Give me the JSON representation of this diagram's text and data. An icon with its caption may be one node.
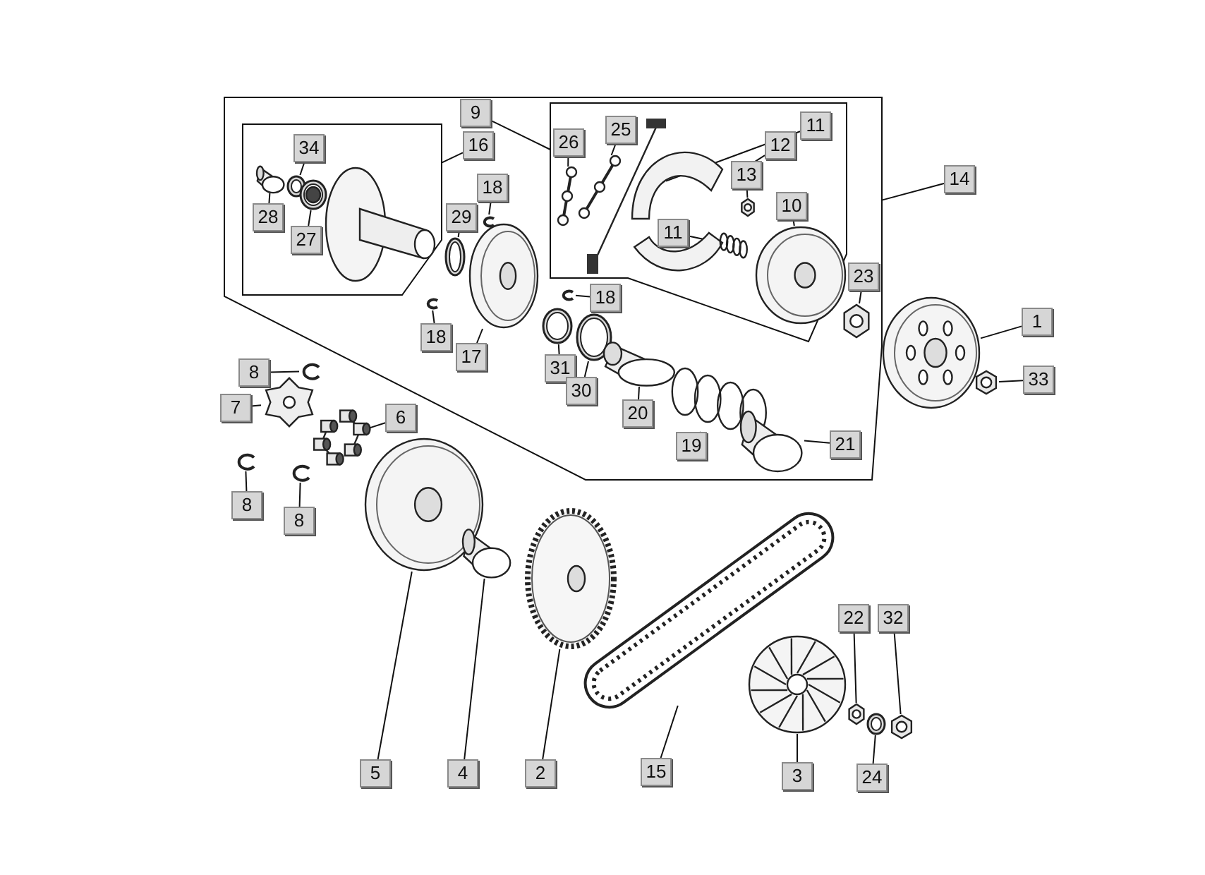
{
  "diagram": {
    "nodes": [
      {
        "text": [],
        "shape": "box"
      },
      {
        "text": [],
        "shape": "box",
        "in": 0
      },
      {
        "text": [],
        "shape": "box",
        "in": 0
      },
      {
        "text": [],
        "shape": "picture",
        "in": 1
      },
      {
        "text": [],
        "shape": "picture",
        "in": 1
      },
      {
        "text": [],
        "shape": "picture",
        "in": 1
      },
      {
        "text": [],
        "shape": "picture",
        "in": 2
      },
      {
        "text": [],
        "shape": "picture",
        "in": 2
      },
      {
        "text": [],
        "shape": "picture",
        "in": 2
      },
      {
        "text": [],
        "shape": "picture",
        "in": 2
      },
      {
        "text": [],
        "shape": "picture",
        "in": 2
      },
      {
        "text": [],
        "shape": "picture",
        "in": 2
      },
      {
        "text": [],
        "shape": "picture",
        "in": 2
      },
      {
        "text": [],
        "shape": "picture",
        "in": 0
      },
      {
        "text": [],
        "shape": "picture",
        "in": 0
      },
      {
        "text": [],
        "shape": "picture",
        "in": 0
      },
      {
        "text": [],
        "shape": "picture",
        "in": 0
      },
      {
        "text": [],
        "shape": "picture",
        "in": 0
      },
      {
        "text": [],
        "shape": "picture",
        "in": 0
      },
      {
        "text": [],
        "shape": "picture",
        "in": 0
      },
      {
        "text": [],
        "shape": "picture",
        "in": 0
      },
      {
        "text": [],
        "shape": "picture",
        "in": 0
      },
      {
        "text": [],
        "shape": "picture",
        "in": 0
      },
      {
        "text": [],
        "shape": "picture",
        "in": 0
      },
      {
        "text": [],
        "shape": "picture"
      },
      {
        "text": [],
        "shape": "picture"
      },
      {
        "text": [],
        "shape": "picture"
      },
      {
        "text": [],
        "shape": "picture"
      },
      {
        "text": [],
        "shape": "picture"
      },
      {
        "text": [],
        "shape": "picture"
      },
      {
        "text": [],
        "shape": "picture"
      },
      {
        "text": [],
        "shape": "picture"
      },
      {
        "text": [],
        "shape": "picture"
      },
      {
        "text": [],
        "shape": "picture"
      },
      {
        "text": [],
        "shape": "picture"
      },
      {
        "text": [],
        "shape": "picture"
      },
      {
        "text": [],
        "shape": "picture"
      },
      {
        "text": [],
        "shape": "picture"
      },
      {
        "text": [],
        "shape": "picture"
      },
      {
        "text": [
          "9"
        ],
        "in": 0
      },
      {
        "text": [
          "16"
        ],
        "in": 0
      },
      {
        "text": [
          "34"
        ],
        "in": 1
      },
      {
        "text": [
          "28"
        ],
        "in": 1
      },
      {
        "text": [
          "27"
        ],
        "in": 1
      },
      {
        "text": [
          "26"
        ],
        "in": 2
      },
      {
        "text": [
          "25"
        ],
        "in": 2
      },
      {
        "text": [
          "11"
        ],
        "in": 2
      },
      {
        "text": [
          "12"
        ],
        "in": 2
      },
      {
        "text": [
          "13"
        ],
        "in": 2
      },
      {
        "text": [
          "10"
        ],
        "in": 2
      },
      {
        "text": [
          "11"
        ],
        "in": 2
      },
      {
        "text": [
          "14"
        ]
      },
      {
        "text": [
          "18"
        ],
        "in": 0
      },
      {
        "text": [
          "29"
        ],
        "in": 0
      },
      {
        "text": [
          "18"
        ],
        "in": 0
      },
      {
        "text": [
          "18"
        ],
        "in": 0
      },
      {
        "text": [
          "17"
        ],
        "in": 0
      },
      {
        "text": [
          "23"
        ],
        "in": 0
      },
      {
        "text": [
          "1"
        ]
      },
      {
        "text": [
          "31"
        ],
        "in": 0
      },
      {
        "text": [
          "30"
        ],
        "in": 0
      },
      {
        "text": [
          "20"
        ],
        "in": 0
      },
      {
        "text": [
          "33"
        ]
      },
      {
        "text": [
          "19"
        ],
        "in": 0
      },
      {
        "text": [
          "21"
        ],
        "in": 0
      },
      {
        "text": [
          "8"
        ]
      },
      {
        "text": [
          "7"
        ]
      },
      {
        "text": [
          "6"
        ]
      },
      {
        "text": [
          "8"
        ]
      },
      {
        "text": [
          "8"
        ]
      },
      {
        "text": [
          "22"
        ]
      },
      {
        "text": [
          "32"
        ]
      },
      {
        "text": [
          "5"
        ]
      },
      {
        "text": [
          "4"
        ]
      },
      {
        "text": [
          "2"
        ]
      },
      {
        "text": [
          "15"
        ]
      },
      {
        "text": [
          "3"
        ]
      },
      {
        "text": [
          "24"
        ]
      }
    ],
    "edges": [
      {
        "from": 39,
        "to": 2,
        "arrow": "none"
      },
      {
        "from": 40,
        "to": 1,
        "arrow": "none"
      },
      {
        "from": 41,
        "to": 4,
        "arrow": "none"
      },
      {
        "from": 42,
        "to": 3,
        "arrow": "none"
      },
      {
        "from": 43,
        "to": 5,
        "arrow": "none"
      },
      {
        "from": 44,
        "to": 6,
        "arrow": "none"
      },
      {
        "from": 45,
        "to": 7,
        "arrow": "none"
      },
      {
        "from": 46,
        "to": 8,
        "arrow": "none"
      },
      {
        "from": 47,
        "to": 9,
        "arrow": "none"
      },
      {
        "from": 48,
        "to": 10,
        "arrow": "none"
      },
      {
        "from": 49,
        "to": 12,
        "arrow": "none"
      },
      {
        "from": 50,
        "to": 11,
        "arrow": "none"
      },
      {
        "from": 51,
        "to": 0,
        "arrow": "none"
      },
      {
        "from": 52,
        "to": 13,
        "arrow": "none"
      },
      {
        "from": 53,
        "to": 14,
        "arrow": "none"
      },
      {
        "from": 54,
        "to": 17,
        "arrow": "none"
      },
      {
        "from": 55,
        "to": 16,
        "arrow": "none"
      },
      {
        "from": 56,
        "to": 15,
        "arrow": "none"
      },
      {
        "from": 57,
        "to": 23,
        "arrow": "none"
      },
      {
        "from": 58,
        "to": 24,
        "arrow": "none"
      },
      {
        "from": 59,
        "to": 18,
        "arrow": "none"
      },
      {
        "from": 60,
        "to": 19,
        "arrow": "none"
      },
      {
        "from": 61,
        "to": 20,
        "arrow": "none"
      },
      {
        "from": 62,
        "to": 25,
        "arrow": "none"
      },
      {
        "from": 63,
        "to": 21,
        "arrow": "none"
      },
      {
        "from": 64,
        "to": 22,
        "arrow": "none"
      },
      {
        "from": 65,
        "to": 26,
        "arrow": "none"
      },
      {
        "from": 66,
        "to": 27,
        "arrow": "none"
      },
      {
        "from": 67,
        "to": 28,
        "arrow": "none"
      },
      {
        "from": 68,
        "to": 29,
        "arrow": "none"
      },
      {
        "from": 69,
        "to": 30,
        "arrow": "none"
      },
      {
        "from": 70,
        "to": 36,
        "arrow": "none"
      },
      {
        "from": 71,
        "to": 38,
        "arrow": "none"
      },
      {
        "from": 72,
        "to": 31,
        "arrow": "none"
      },
      {
        "from": 73,
        "to": 32,
        "arrow": "none"
      },
      {
        "from": 74,
        "to": 33,
        "arrow": "none"
      },
      {
        "from": 75,
        "to": 34,
        "arrow": "none"
      },
      {
        "from": 76,
        "to": 35,
        "arrow": "none"
      },
      {
        "from": 77,
        "to": 37,
        "arrow": "none"
      }
    ]
  }
}
